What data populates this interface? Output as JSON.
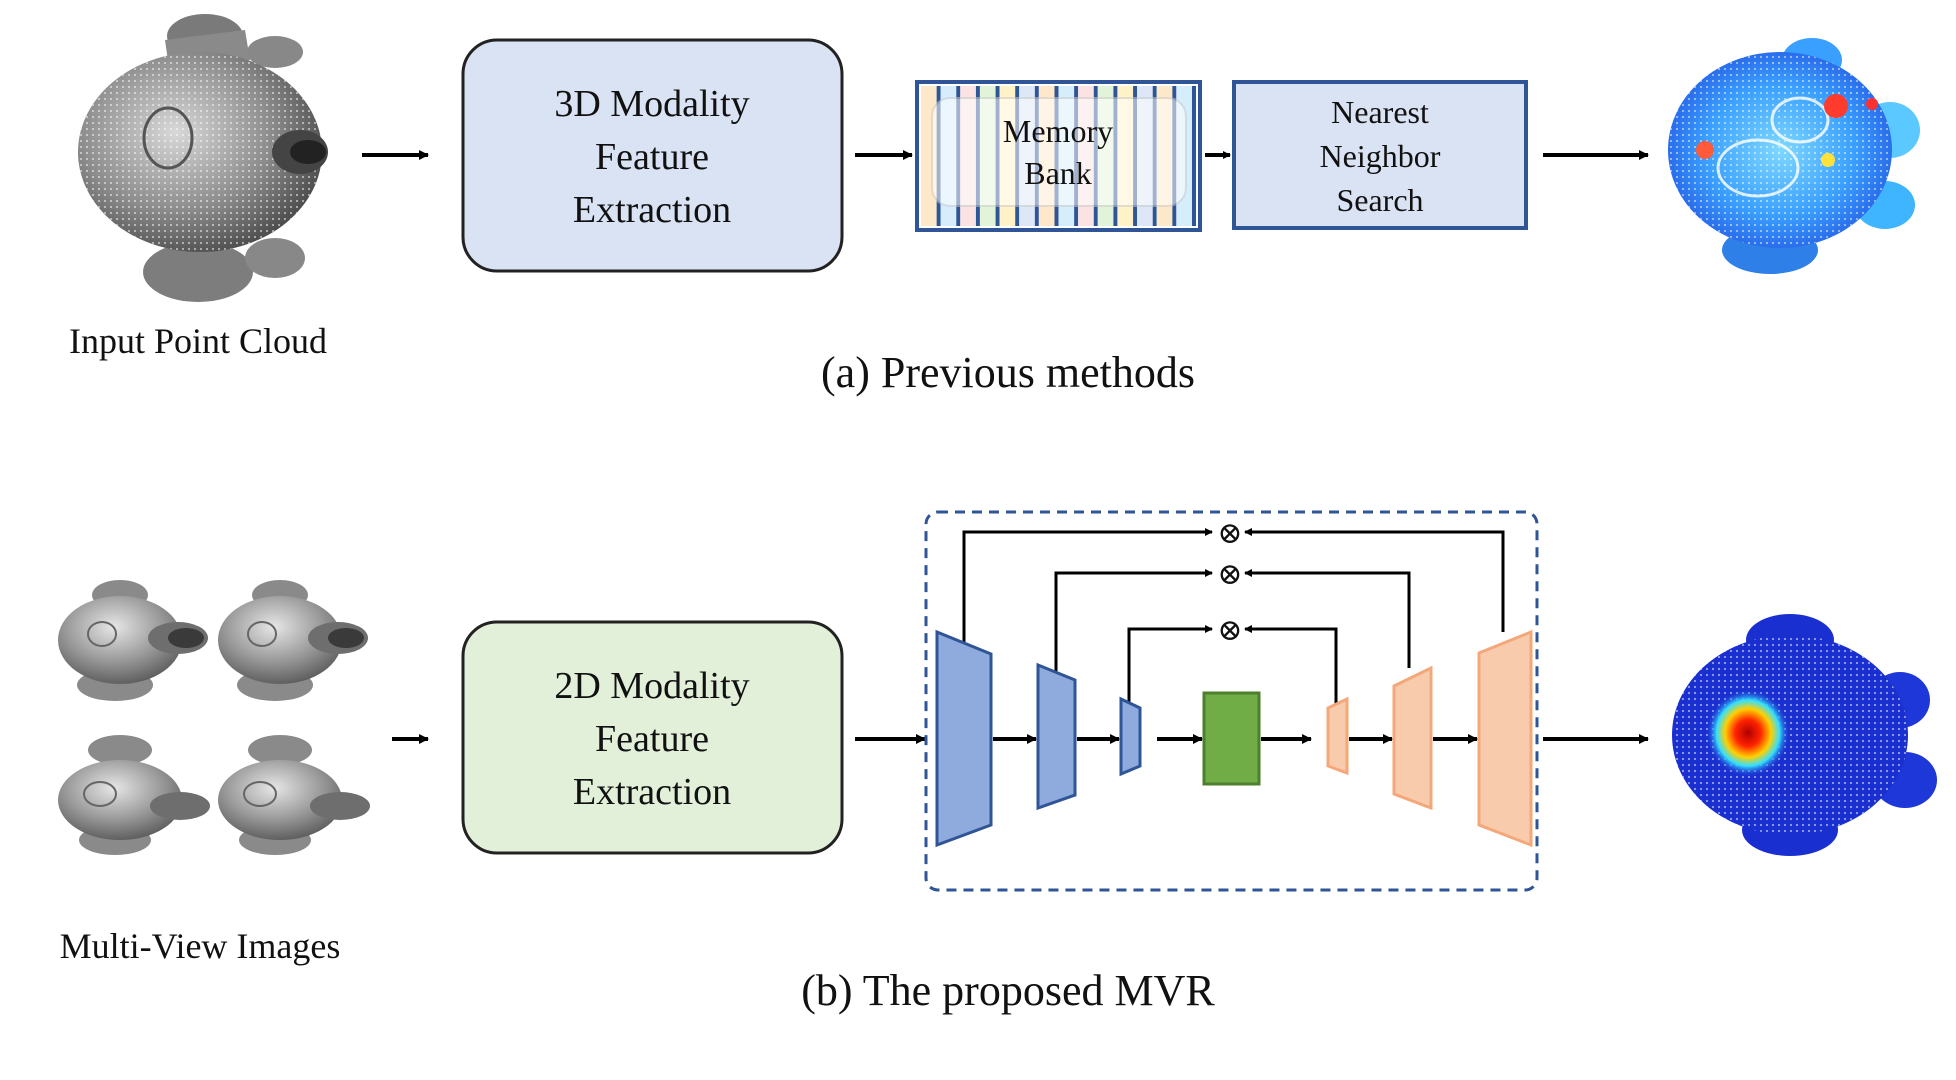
{
  "panel_a": {
    "input_caption": "Input Point Cloud",
    "extraction_lines": [
      "3D  Modality",
      "Feature",
      "Extraction"
    ],
    "memory_lines": [
      "Memory",
      "Bank"
    ],
    "search_lines": [
      "Nearest",
      "Neighbor",
      "Search"
    ],
    "caption": "(a) Previous methods"
  },
  "panel_b": {
    "input_caption": "Multi-View Images",
    "extraction_lines": [
      "2D  Modality",
      "Feature",
      "Extraction"
    ],
    "fusion_symbol": "⊗",
    "caption": "(b) The proposed MVR"
  },
  "colors": {
    "box_3d_fill": "#dae3f3",
    "box_2d_fill": "#e2f0d9",
    "encoder": "#8faadc",
    "bottleneck": "#70ad47",
    "decoder": "#f8cbad",
    "border_blue": "#2f5597"
  }
}
